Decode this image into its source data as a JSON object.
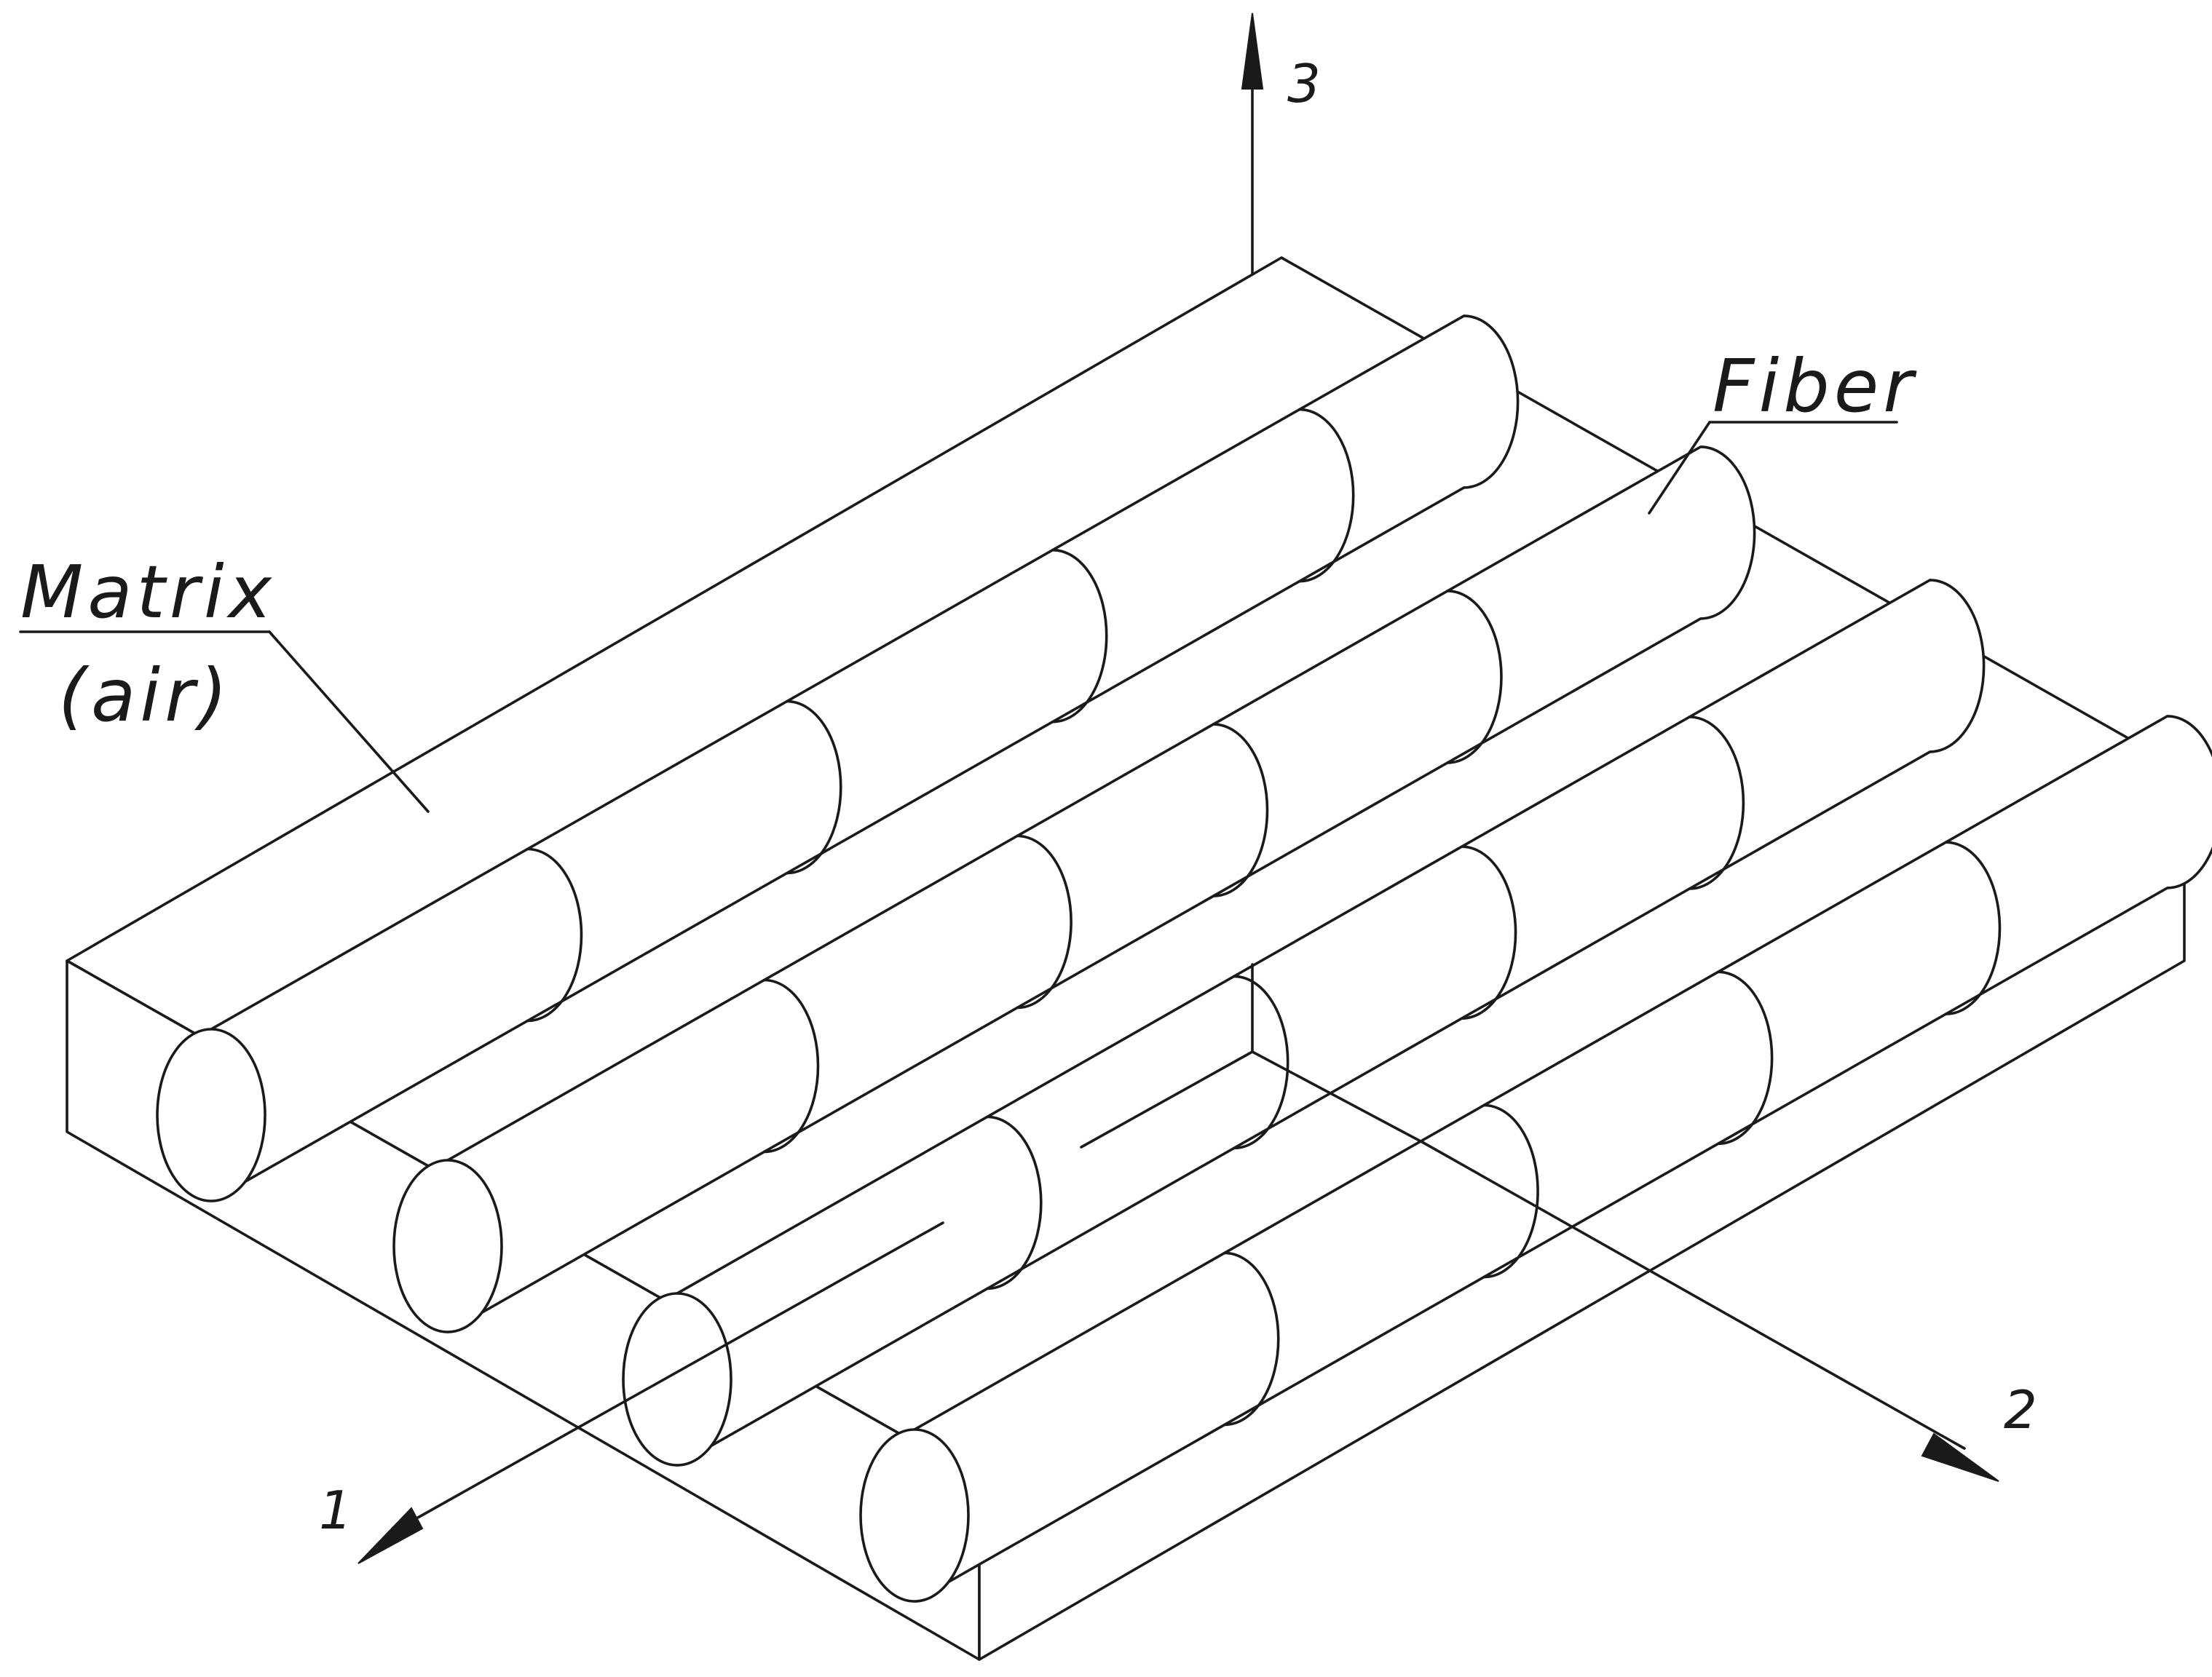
{
  "labels": {
    "matrix_line1": "Matrix",
    "matrix_line2": "(air)",
    "fiber": "Fiber"
  },
  "axes": {
    "axis_1": "1",
    "axis_2": "2",
    "axis_3": "3"
  },
  "colors": {
    "line": "#1a1a1a",
    "background": "#ffffff"
  }
}
